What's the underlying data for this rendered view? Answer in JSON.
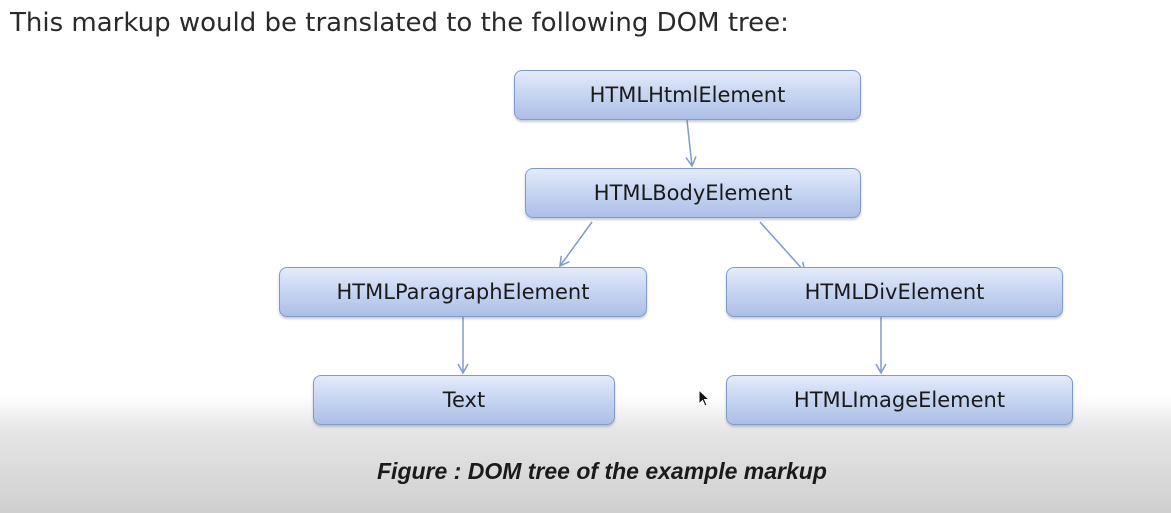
{
  "heading": "This markup would be translated to the following DOM tree:",
  "caption": "Figure : DOM tree of the example markup",
  "colors": {
    "node_border": "#7f9bc8",
    "node_fill_top": "#e4ebfa",
    "node_fill_bottom": "#aebfe6",
    "connector": "#7f9bc8"
  },
  "tree": {
    "nodes": [
      {
        "id": "html",
        "label": "HTMLHtmlElement"
      },
      {
        "id": "body",
        "label": "HTMLBodyElement"
      },
      {
        "id": "paragraph",
        "label": "HTMLParagraphElement"
      },
      {
        "id": "div",
        "label": "HTMLDivElement"
      },
      {
        "id": "text",
        "label": "Text"
      },
      {
        "id": "image",
        "label": "HTMLImageElement"
      }
    ],
    "edges": [
      {
        "from": "html",
        "to": "body"
      },
      {
        "from": "body",
        "to": "paragraph"
      },
      {
        "from": "body",
        "to": "div"
      },
      {
        "from": "paragraph",
        "to": "text"
      },
      {
        "from": "div",
        "to": "image"
      }
    ]
  }
}
